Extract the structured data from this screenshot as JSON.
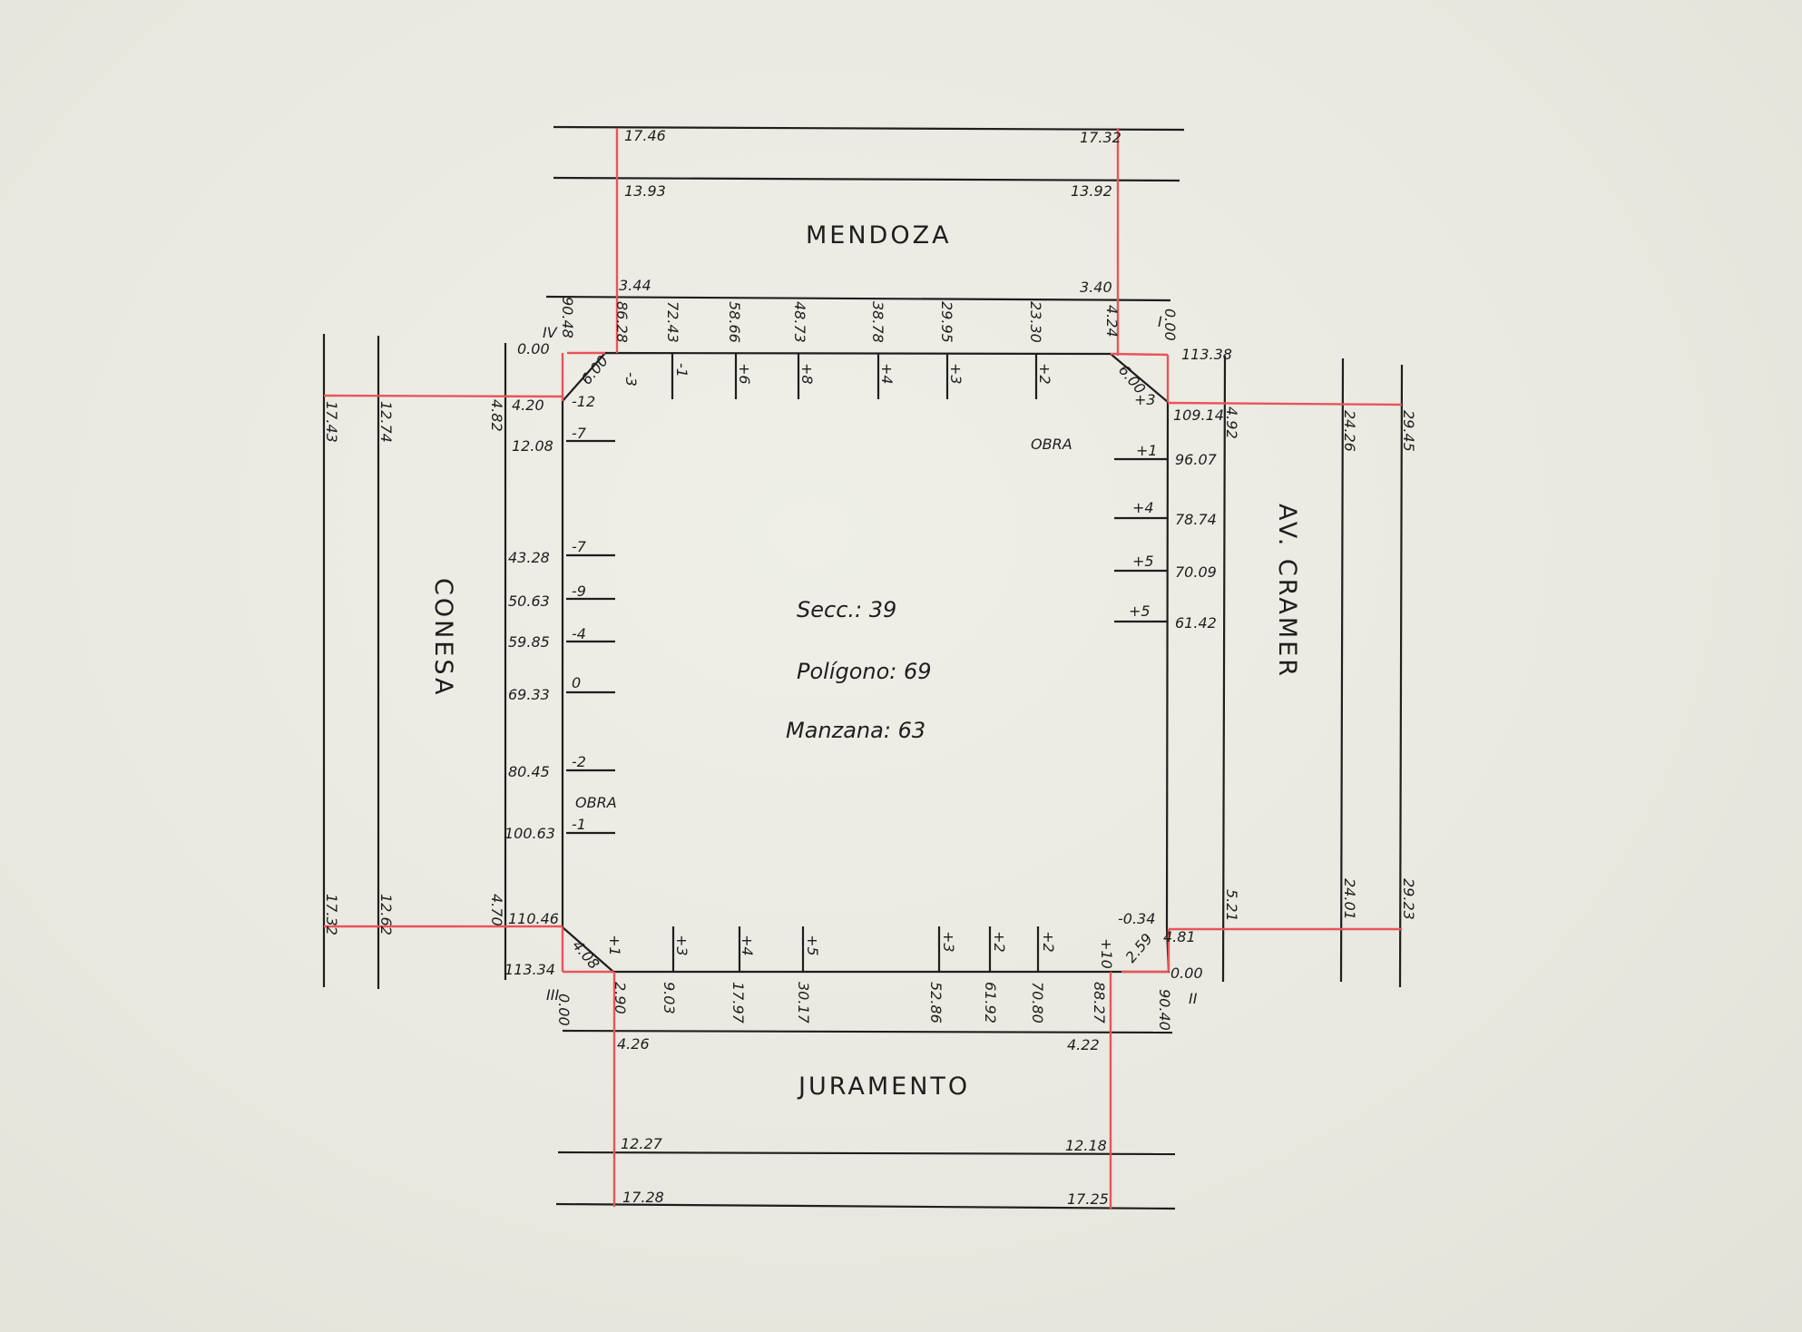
{
  "streets": {
    "north": "MENDOZA",
    "south": "JURAMENTO",
    "west": "CONESA",
    "east": "AV. CRAMER"
  },
  "block": {
    "seccion": "Secc.:   39",
    "poligono": "Polígono: 69",
    "manzana": "Manzana: 63",
    "obra_east": "OBRA",
    "obra_west": "OBRA"
  },
  "corner_roman": {
    "I": "I",
    "II": "II",
    "III": "III",
    "IV": "IV"
  },
  "north": {
    "line1_left": "17.46",
    "line1_right": "17.32",
    "line2_left": "13.93",
    "line2_right": "13.92",
    "line3_left": "3.44",
    "line3_right": "3.40",
    "top_distances": [
      "90.48",
      "86.28",
      "72.43",
      "58.66",
      "48.73",
      "38.78",
      "29.95",
      "23.30",
      "4.24",
      "0.00"
    ],
    "offsets": [
      "-3",
      "-1",
      "+6",
      "+8",
      "+4",
      "+3",
      "+2",
      "+3"
    ],
    "chamfer_left": "6.00",
    "chamfer_right": "6.00",
    "corner_zero": "0.00",
    "total_east": "113.38"
  },
  "west": {
    "outer_top": "17.43",
    "inner_top": "12.74",
    "outer_bottom": "17.32",
    "inner_bottom": "12.62",
    "edge_top": "4.82",
    "edge_bottom": "4.70",
    "distances": [
      "4.20",
      "12.08",
      "43.28",
      "50.63",
      "59.85",
      "69.33",
      "80.45",
      "100.63",
      "110.46",
      "113.34"
    ],
    "offsets": [
      "-12",
      "-7",
      "-7",
      "-9",
      "-4",
      "0",
      "-2",
      "-1"
    ],
    "chamfer_bottom": "4.08"
  },
  "east": {
    "distances": [
      "109.14",
      "96.07",
      "78.74",
      "70.09",
      "61.42"
    ],
    "offsets": [
      "+1",
      "+4",
      "+5",
      "+5"
    ],
    "edge_top": "4.92",
    "edge_bottom": "5.21",
    "inner_top": "24.26",
    "outer_top": "29.45",
    "inner_bottom": "24.01",
    "outer_bottom": "29.23",
    "corner_bottom": "-0.34",
    "chamfer_bottom": "2.59",
    "small": "4.81",
    "corner_zero": "0.00"
  },
  "south": {
    "bottom_distances": [
      "0.00",
      "2.90",
      "9.03",
      "17.97",
      "30.17",
      "52.86",
      "61.92",
      "70.80",
      "88.27",
      "90.40"
    ],
    "offsets": [
      "+1",
      "+3",
      "+4",
      "+5",
      "+3",
      "+2",
      "+2",
      "+10"
    ],
    "line1_left": "4.26",
    "line1_right": "4.22",
    "line2_left": "12.27",
    "line2_right": "12.18",
    "line3_left": "17.28",
    "line3_right": "17.25"
  }
}
